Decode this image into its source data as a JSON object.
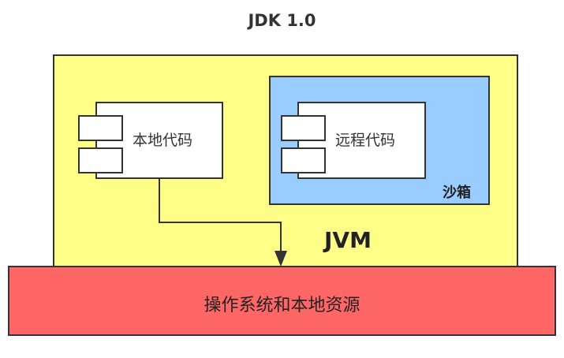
{
  "title": "JDK 1.0",
  "jvm": {
    "label": "JVM",
    "color": "#ffff88"
  },
  "sandbox": {
    "label": "沙箱",
    "color": "#99ccff"
  },
  "local_code": {
    "label": "本地代码"
  },
  "remote_code": {
    "label": "远程代码"
  },
  "os_resources": {
    "label": "操作系统和本地资源",
    "color": "#ff6666"
  },
  "edges": [
    {
      "from": "local_code",
      "to": "os_resources",
      "style": "elbow-arrow"
    }
  ]
}
